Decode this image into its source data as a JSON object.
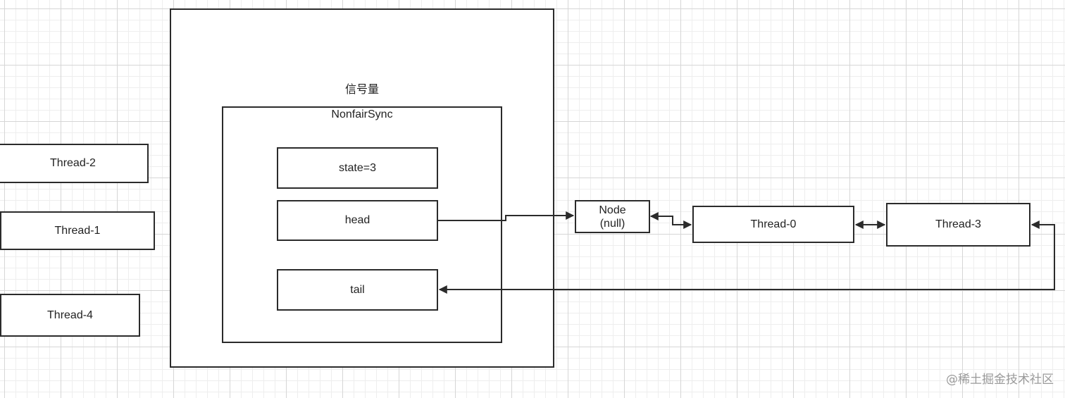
{
  "diagram": {
    "outer_title": "信号量",
    "inner_title": "NonfairSync",
    "fields": {
      "state": "state=3",
      "head": "head",
      "tail": "tail"
    },
    "waiting_threads": [
      "Thread-2",
      "Thread-1",
      "Thread-4"
    ],
    "queue": {
      "node_line1": "Node",
      "node_line2": "(null)",
      "thread0": "Thread-0",
      "thread3": "Thread-3"
    }
  },
  "watermark": "@稀土掘金技术社区",
  "colors": {
    "stroke": "#2b2b2b",
    "grid": "#d6d6d6",
    "watermark": "#9a9a9a"
  }
}
